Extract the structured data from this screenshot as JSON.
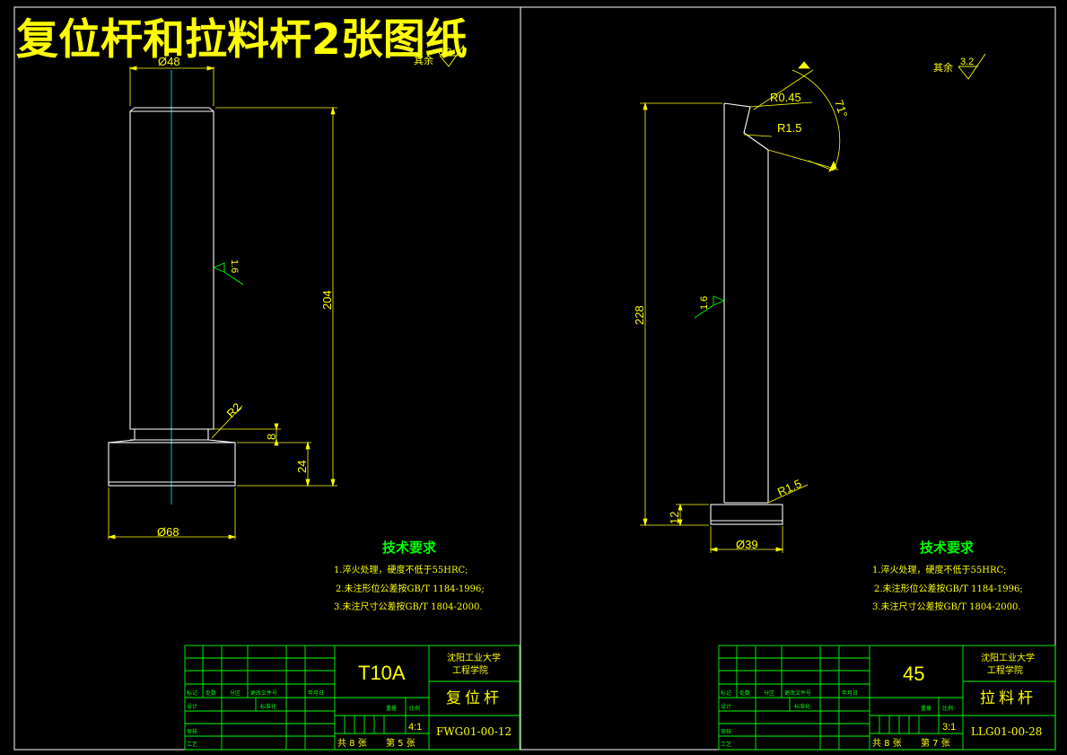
{
  "page_title": "复位杆和拉料杆2张图纸",
  "colors": {
    "background": "#000000",
    "outline": "#ffffff",
    "dimension": "#ffff00",
    "annotation": "#00ff00",
    "centerline": "#00ffff",
    "title_text": "#ffff00"
  },
  "left_sheet": {
    "other_roughness_label": "其余",
    "other_roughness_value": "6.3",
    "dims": {
      "top_dia": "Ø48",
      "length": "204",
      "collar": "24",
      "groove": "8",
      "radius": "R2",
      "base_dia": "Ø68",
      "roughness": "1.6"
    },
    "tech_req": {
      "heading": "技术要求",
      "items": [
        "1.淬火处理，硬度不低于55HRC;",
        "2.未注形位公差按GB/T 1184-1996;",
        "3.未注尺寸公差按GB/T 1804-2000."
      ]
    },
    "title_block": {
      "material": "T10A",
      "school": [
        "沈阳工业大学",
        "工程学院"
      ],
      "part_name": "复位杆",
      "scale": "4:1",
      "code": "FWG01-00-12",
      "total_sheets": "共 8 张",
      "sheet_no": "第 5 张",
      "labels": {
        "mark": "标记",
        "count": "处数",
        "zone": "分区",
        "change_doc": "更改文件号",
        "date": "年月日",
        "design": "设计",
        "std": "标准化",
        "check": "审核",
        "process": "工艺",
        "weight": "重量",
        "scale": "比例"
      }
    }
  },
  "right_sheet": {
    "other_roughness_label": "其余",
    "other_roughness_value": "3.2",
    "dims": {
      "length": "228",
      "tip_radius": "R0.45",
      "notch_radius": "R1.5",
      "angle": "71°",
      "fillet": "R1.5",
      "head": "12",
      "head_dia": "Ø39",
      "roughness": "1.6"
    },
    "tech_req": {
      "heading": "技术要求",
      "items": [
        "1.淬火处理，硬度不低于55HRC;",
        "2.未注形位公差按GB/T 1184-1996;",
        "3.未注尺寸公差按GB/T 1804-2000."
      ]
    },
    "title_block": {
      "material": "45",
      "school": [
        "沈阳工业大学",
        "工程学院"
      ],
      "part_name": "拉料杆",
      "scale": "3:1",
      "code": "LLG01-00-28",
      "total_sheets": "共 8 张",
      "sheet_no": "第 7 张",
      "labels": {
        "mark": "标记",
        "count": "处数",
        "zone": "分区",
        "change_doc": "更改文件号",
        "date": "年月日",
        "design": "设计",
        "std": "标准化",
        "check": "审核",
        "process": "工艺",
        "weight": "重量",
        "scale": "比例"
      }
    }
  }
}
